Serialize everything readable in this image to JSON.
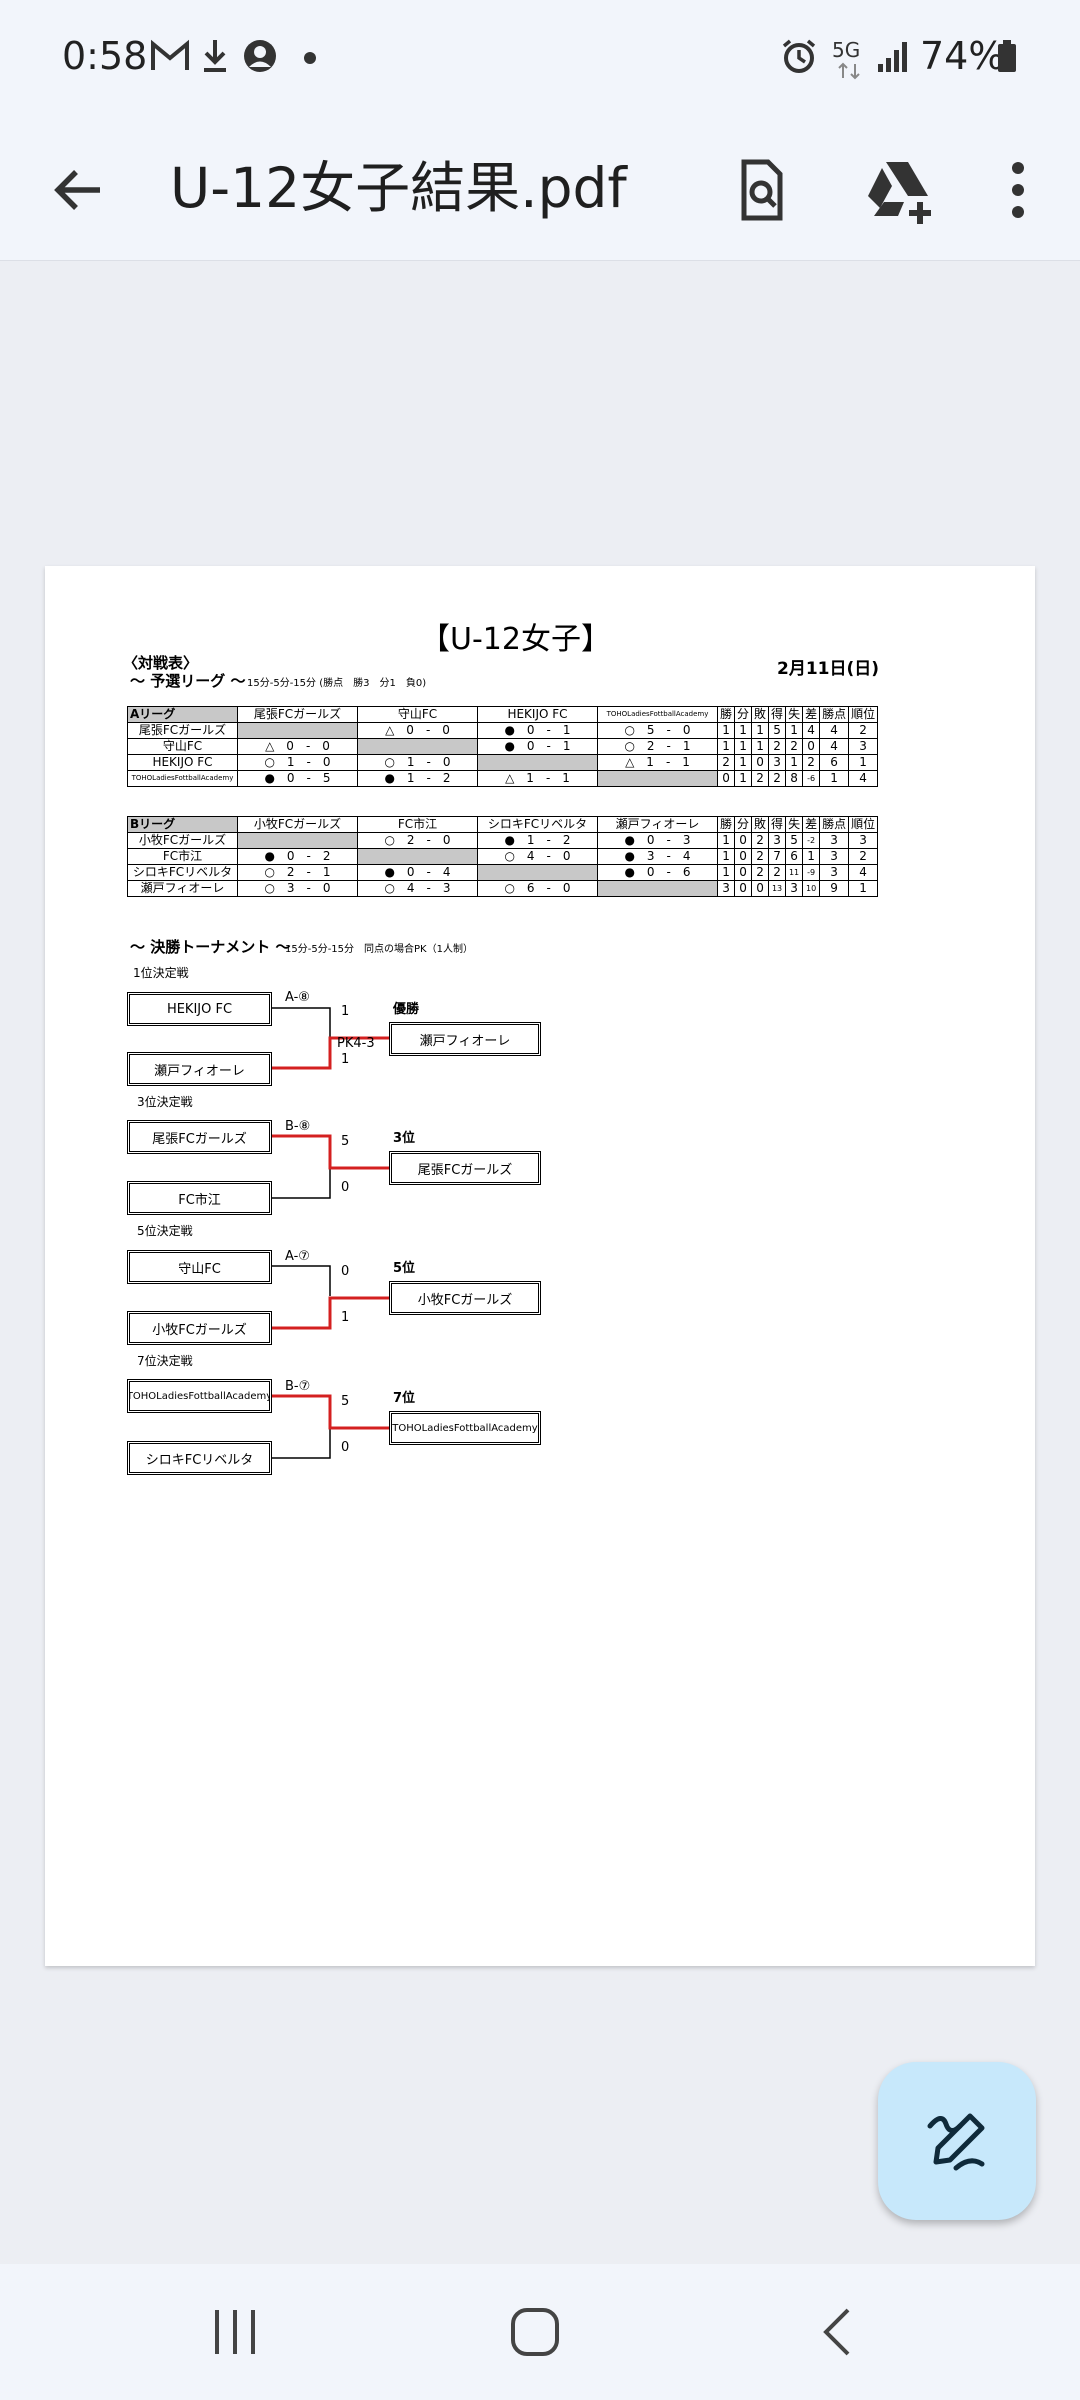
{
  "status_bar": {
    "time": "0:58",
    "network": "5G",
    "battery": "74%"
  },
  "app_bar": {
    "title": "U-12女子結果.pdf"
  },
  "doc": {
    "title": "【U-12女子】",
    "date": "2月11日(日)",
    "section1": "〈対戦表〉",
    "prelim_title": "～ 予選リーグ ～",
    "prelim_note": "15分-5分-15分 (勝点　勝3　分1　負0)",
    "leagueA": {
      "name": "Aリーグ",
      "columns": [
        "尾張FCガールズ",
        "守山FC",
        "HEKIJO FC",
        "TOHOLadiesFottballAcademy",
        "勝",
        "分",
        "敗",
        "得",
        "失",
        "差",
        "勝点",
        "順位"
      ],
      "rows": [
        {
          "team": "尾張FCガールズ",
          "results": [
            "",
            "△　0　-　0",
            "●　0　-　1",
            "○　5　-　0"
          ],
          "stats": [
            "1",
            "1",
            "1",
            "5",
            "1",
            "4",
            "4",
            "2"
          ]
        },
        {
          "team": "守山FC",
          "results": [
            "△　0　-　0",
            "",
            "●　0　-　1",
            "○　2　-　1"
          ],
          "stats": [
            "1",
            "1",
            "1",
            "2",
            "2",
            "0",
            "4",
            "3"
          ]
        },
        {
          "team": "HEKIJO FC",
          "results": [
            "○　1　-　0",
            "○　1　-　0",
            "",
            "△　1　-　1"
          ],
          "stats": [
            "2",
            "1",
            "0",
            "3",
            "1",
            "2",
            "6",
            "1"
          ]
        },
        {
          "team": "TOHOLadiesFottballAcademy",
          "results": [
            "●　0　-　5",
            "●　1　-　2",
            "△　1　-　1",
            ""
          ],
          "stats": [
            "0",
            "1",
            "2",
            "2",
            "8",
            "-6",
            "1",
            "4"
          ]
        }
      ]
    },
    "leagueB": {
      "name": "Bリーグ",
      "columns": [
        "小牧FCガールズ",
        "FC市江",
        "シロキFCリベルタ",
        "瀬戸フィオーレ",
        "勝",
        "分",
        "敗",
        "得",
        "失",
        "差",
        "勝点",
        "順位"
      ],
      "rows": [
        {
          "team": "小牧FCガールズ",
          "results": [
            "",
            "○　2　-　0",
            "●　1　-　2",
            "●　0　-　3"
          ],
          "stats": [
            "1",
            "0",
            "2",
            "3",
            "5",
            "-2",
            "3",
            "3"
          ]
        },
        {
          "team": "FC市江",
          "results": [
            "●　0　-　2",
            "",
            "○　4　-　0",
            "●　3　-　4"
          ],
          "stats": [
            "1",
            "0",
            "2",
            "7",
            "6",
            "1",
            "3",
            "2"
          ]
        },
        {
          "team": "シロキFCリベルタ",
          "results": [
            "○　2　-　1",
            "●　0　-　4",
            "",
            "●　0　-　6"
          ],
          "stats": [
            "1",
            "0",
            "2",
            "2",
            "11",
            "-9",
            "3",
            "4"
          ]
        },
        {
          "team": "瀬戸フィオーレ",
          "results": [
            "○　3　-　0",
            "○　4　-　3",
            "○　6　-　0",
            ""
          ],
          "stats": [
            "3",
            "0",
            "0",
            "13",
            "3",
            "10",
            "9",
            "1"
          ]
        }
      ]
    },
    "tournament_title": "～ 決勝トーナメント ～",
    "tournament_note": "15分-5分-15分　同点の場合PK（1人制）",
    "matches": [
      {
        "label": "1位決定戦",
        "top": "HEKIJO FC",
        "bottom": "瀬戸フィオーレ",
        "code": "A-⑧",
        "score_top": "1",
        "score_bottom": "1",
        "pk": "PK4-3",
        "place": "優勝",
        "winner": "瀬戸フィオーレ"
      },
      {
        "label": "3位決定戦",
        "top": "尾張FCガールズ",
        "bottom": "FC市江",
        "code": "B-⑧",
        "score_top": "5",
        "score_bottom": "0",
        "pk": "",
        "place": "3位",
        "winner": "尾張FCガールズ"
      },
      {
        "label": "5位決定戦",
        "top": "守山FC",
        "bottom": "小牧FCガールズ",
        "code": "A-⑦",
        "score_top": "0",
        "score_bottom": "1",
        "pk": "",
        "place": "5位",
        "winner": "小牧FCガールズ"
      },
      {
        "label": "7位決定戦",
        "top": "TOHOLadiesFottballAcademy",
        "bottom": "シロキFCリベルタ",
        "code": "B-⑦",
        "score_top": "5",
        "score_bottom": "0",
        "pk": "",
        "place": "7位",
        "winner": "TOHOLadiesFottballAcademy"
      }
    ]
  }
}
